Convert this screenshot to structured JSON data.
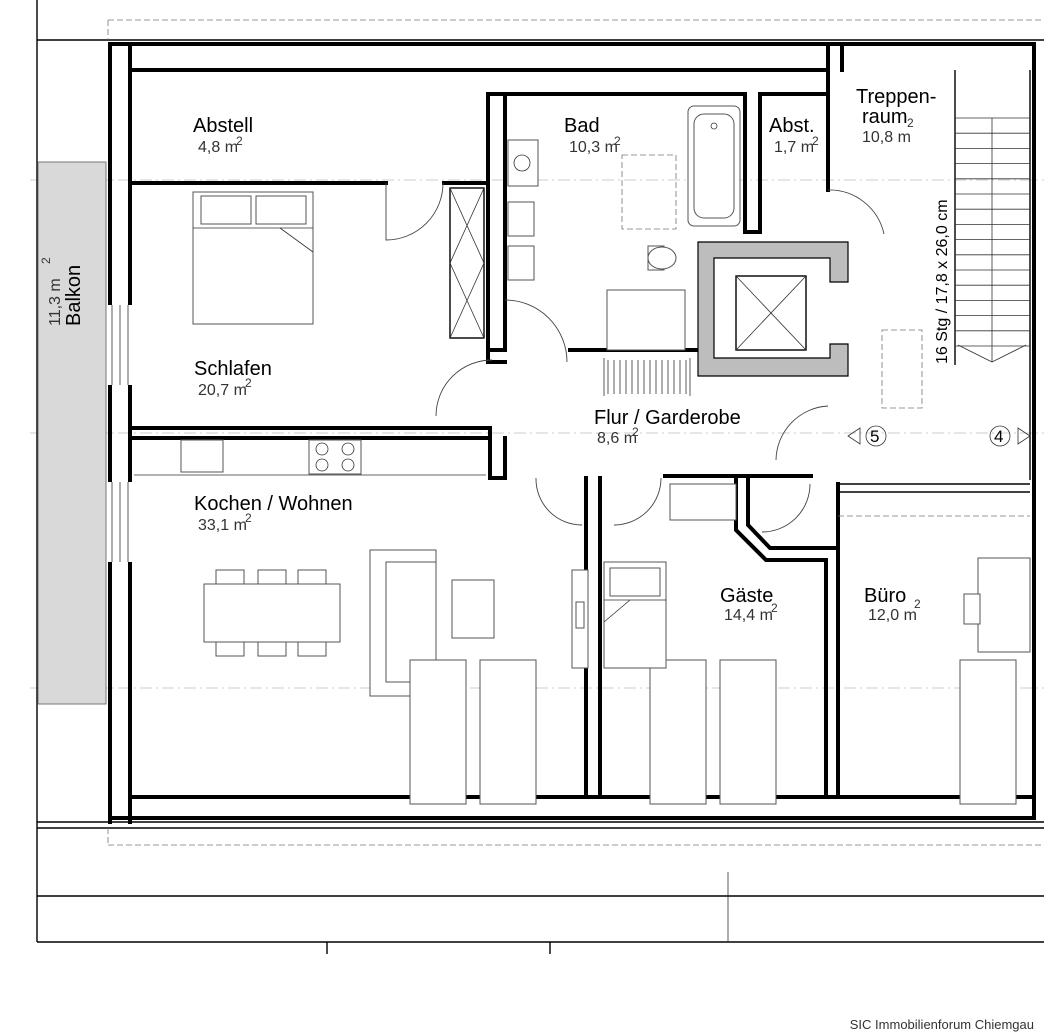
{
  "rooms": {
    "abstell": {
      "name": "Abstell",
      "area": "4,8 m",
      "unit_sup": "2"
    },
    "bad": {
      "name": "Bad",
      "area": "10,3 m",
      "unit_sup": "2"
    },
    "abst": {
      "name": "Abst.",
      "area": "1,7 m",
      "unit_sup": "2"
    },
    "treppenraum": {
      "name_line1": "Treppen-",
      "name_line2": "raum",
      "area": "10,8 m",
      "unit_sup": "2"
    },
    "schlafen": {
      "name": "Schlafen",
      "area": "20,7 m",
      "unit_sup": "2"
    },
    "flur": {
      "name": "Flur / Garderobe",
      "area": "8,6 m",
      "unit_sup": "2"
    },
    "kochen": {
      "name": "Kochen / Wohnen",
      "area": "33,1 m",
      "unit_sup": "2"
    },
    "gaeste": {
      "name": "Gäste",
      "area": "14,4 m",
      "unit_sup": "2"
    },
    "buero": {
      "name": "Büro",
      "area": "12,0 m",
      "unit_sup": "2"
    },
    "balkon": {
      "name": "Balkon",
      "area": "11,3 m",
      "unit_sup": "2"
    }
  },
  "stairs": {
    "label": "16 Stg / 17,8 x 26,0 cm"
  },
  "markers": {
    "left": "5",
    "right": "4"
  },
  "credit": "SIC Immobilienforum Chiemgau",
  "colors": {
    "wall": "#000000",
    "balcony": "#d9d9d9",
    "elevator": "#bdbdbd"
  }
}
